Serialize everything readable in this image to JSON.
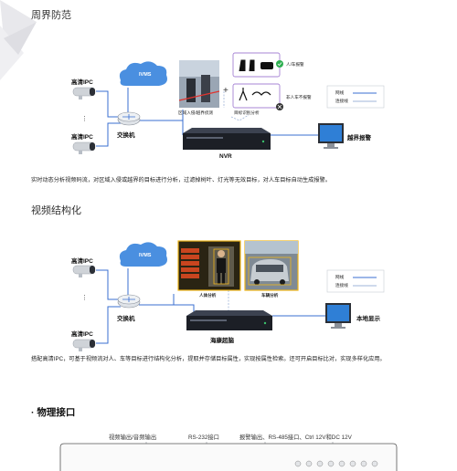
{
  "perimeter": {
    "title": "周界防范",
    "labels": {
      "ipc_top": "高清IPC",
      "ipc_bottom": "高清IPC",
      "dots": "⋮",
      "ivms": "IVMS",
      "switch": "交换机",
      "nvr": "NVR",
      "alarm": "越界报警",
      "people_car_alarm": "人/车报警",
      "non_people_car": "非人车不报警",
      "region_line": "区域入侵/越界侦测",
      "target_filter": "目标识别分析",
      "legend_net": "网线",
      "legend_link": "连接线"
    },
    "description": "实时动态分析视频码流，对区域入侵或越界的目标进行分析，过滤掉树叶、灯光等无效目标，对人车目标自动生成报警。"
  },
  "structured": {
    "title": "视频结构化",
    "labels": {
      "ipc_top": "高清IPC",
      "ipc_bottom": "高清IPC",
      "dots": "⋮",
      "ivms": "IVMS",
      "switch": "交换机",
      "brain": "海康超脑",
      "local_display": "本地显示",
      "human_analysis": "人体分析",
      "vehicle_analysis": "车辆分析",
      "legend_net": "网线",
      "legend_link": "连接线"
    },
    "description": "搭配高清IPC，可基于视频流对人、车等目标进行结构化分析，提取并存储目标属性，实现按属性检索。还可开启目标比对，实现多样化应用。"
  },
  "physical": {
    "title": "· 物理接口",
    "ports": [
      "视频输出/音频输出",
      "RS-232接口",
      "报警输出、RS-485接口、Ctrl 12V和DC 12V"
    ]
  },
  "colors": {
    "line_blue": "#3a6fd1",
    "nvr_dark": "#1c1f26",
    "cloud_blue": "#4a8fe0",
    "monitor_blue": "#2f7fd6"
  }
}
